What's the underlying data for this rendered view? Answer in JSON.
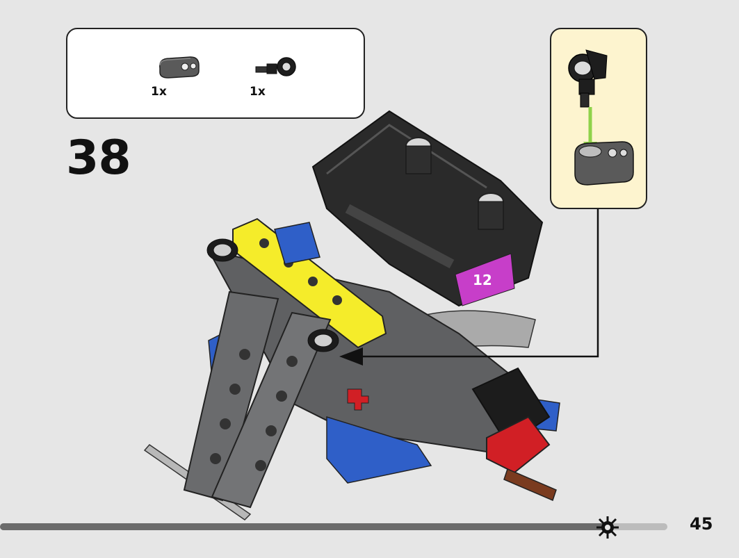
{
  "parts_list": {
    "items": [
      {
        "icon": "beam-connector-icon",
        "quantity": "1x",
        "color": "#5a5a5a"
      },
      {
        "icon": "axle-pin-connector-icon",
        "quantity": "1x",
        "color": "#1e1e1e"
      }
    ]
  },
  "step": {
    "number": "38"
  },
  "progress": {
    "fraction": 0.91
  },
  "page": {
    "number": "45"
  },
  "colors": {
    "background": "#e6e6e6",
    "callout_background": "#fdf4cf",
    "yellow": "#f5ec2a",
    "blue": "#2f5fc8",
    "dark_gray": "#5f6062",
    "black": "#1c1c1c",
    "red": "#d11f25",
    "arrow_green": "#8fd24a"
  }
}
